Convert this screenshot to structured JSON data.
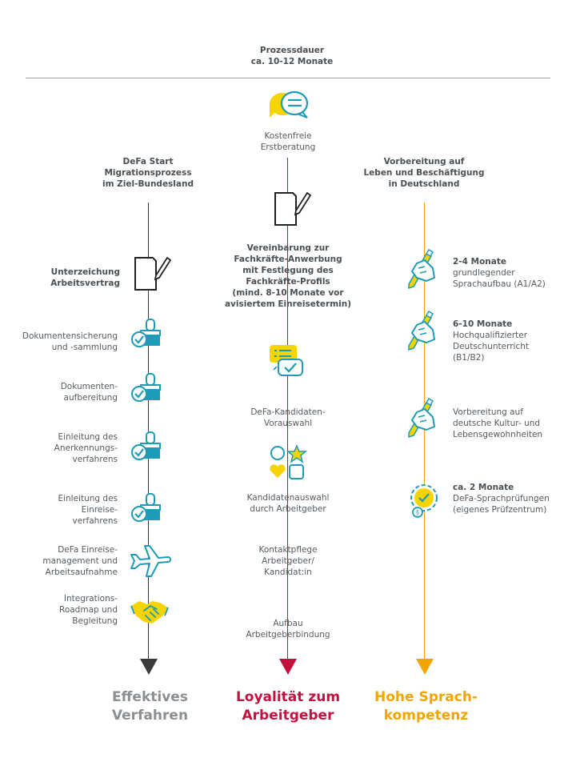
{
  "header": {
    "title": "Prozessdauer",
    "duration": "ca. 10-12 Monate"
  },
  "colors": {
    "left": "#3b3b3b",
    "middle": "#c3103f",
    "right": "#f0a500",
    "teal": "#1e9bb7",
    "yellow": "#f5d400"
  },
  "middle": {
    "start": "Kostenfreie\nErstberatung",
    "agreement": "Vereinbarung zur\nFachkräfte-Anwerbung\nmit Festlegung des\nFachkräfte-Profils\n(mind. 8-10 Monate vor\navisiertem Einreisetermin)",
    "preselection": "DeFa-Kandidaten-\nVorauswahl",
    "selection": "Kandidatenauswahl\ndurch Arbeitgeber",
    "contact": "Kontaktpflege\nArbeitgeber/\nKandidat:in",
    "binding": "Aufbau\nArbeitgeberbindung"
  },
  "left": {
    "heading": "DeFa Start\nMigrationsprozess\nim Ziel-Bundesland",
    "steps": [
      "Unterzeichung\nArbeitsvertrag",
      "Dokumentensicherung\nund -sammlung",
      "Dokumenten-\naufbereitung",
      "Einleitung des\nAnerkennungs-\nverfahrens",
      "Einleitung des\nEinreise-\nverfahrens",
      "DeFa Einreise-\nmanagement und\nArbeitsaufnahme",
      "Integrations-\nRoadmap und\nBegleitung"
    ]
  },
  "right": {
    "heading": "Vorbereitung auf\nLeben und Beschäftigung\nin Deutschland",
    "steps": [
      {
        "title": "2-4 Monate",
        "text": "grundlegender\nSprachaufbau (A1/A2)"
      },
      {
        "title": "6-10 Monate",
        "text": "Hochqualifizierter\nDeutschunterricht\n(B1/B2)"
      },
      {
        "title": "",
        "text": "Vorbereitung auf\ndeutsche Kultur- und\nLebensgewohnheiten"
      },
      {
        "title": "ca. 2 Monate",
        "text": "DeFa-Sprachprüfungen\n(eigenes Prüfzentrum)"
      }
    ]
  },
  "outcomes": {
    "left": "Effektives\nVerfahren",
    "middle": "Loyalität zum\nArbeitgeber",
    "right": "Hohe Sprach-\nkompetenz"
  }
}
